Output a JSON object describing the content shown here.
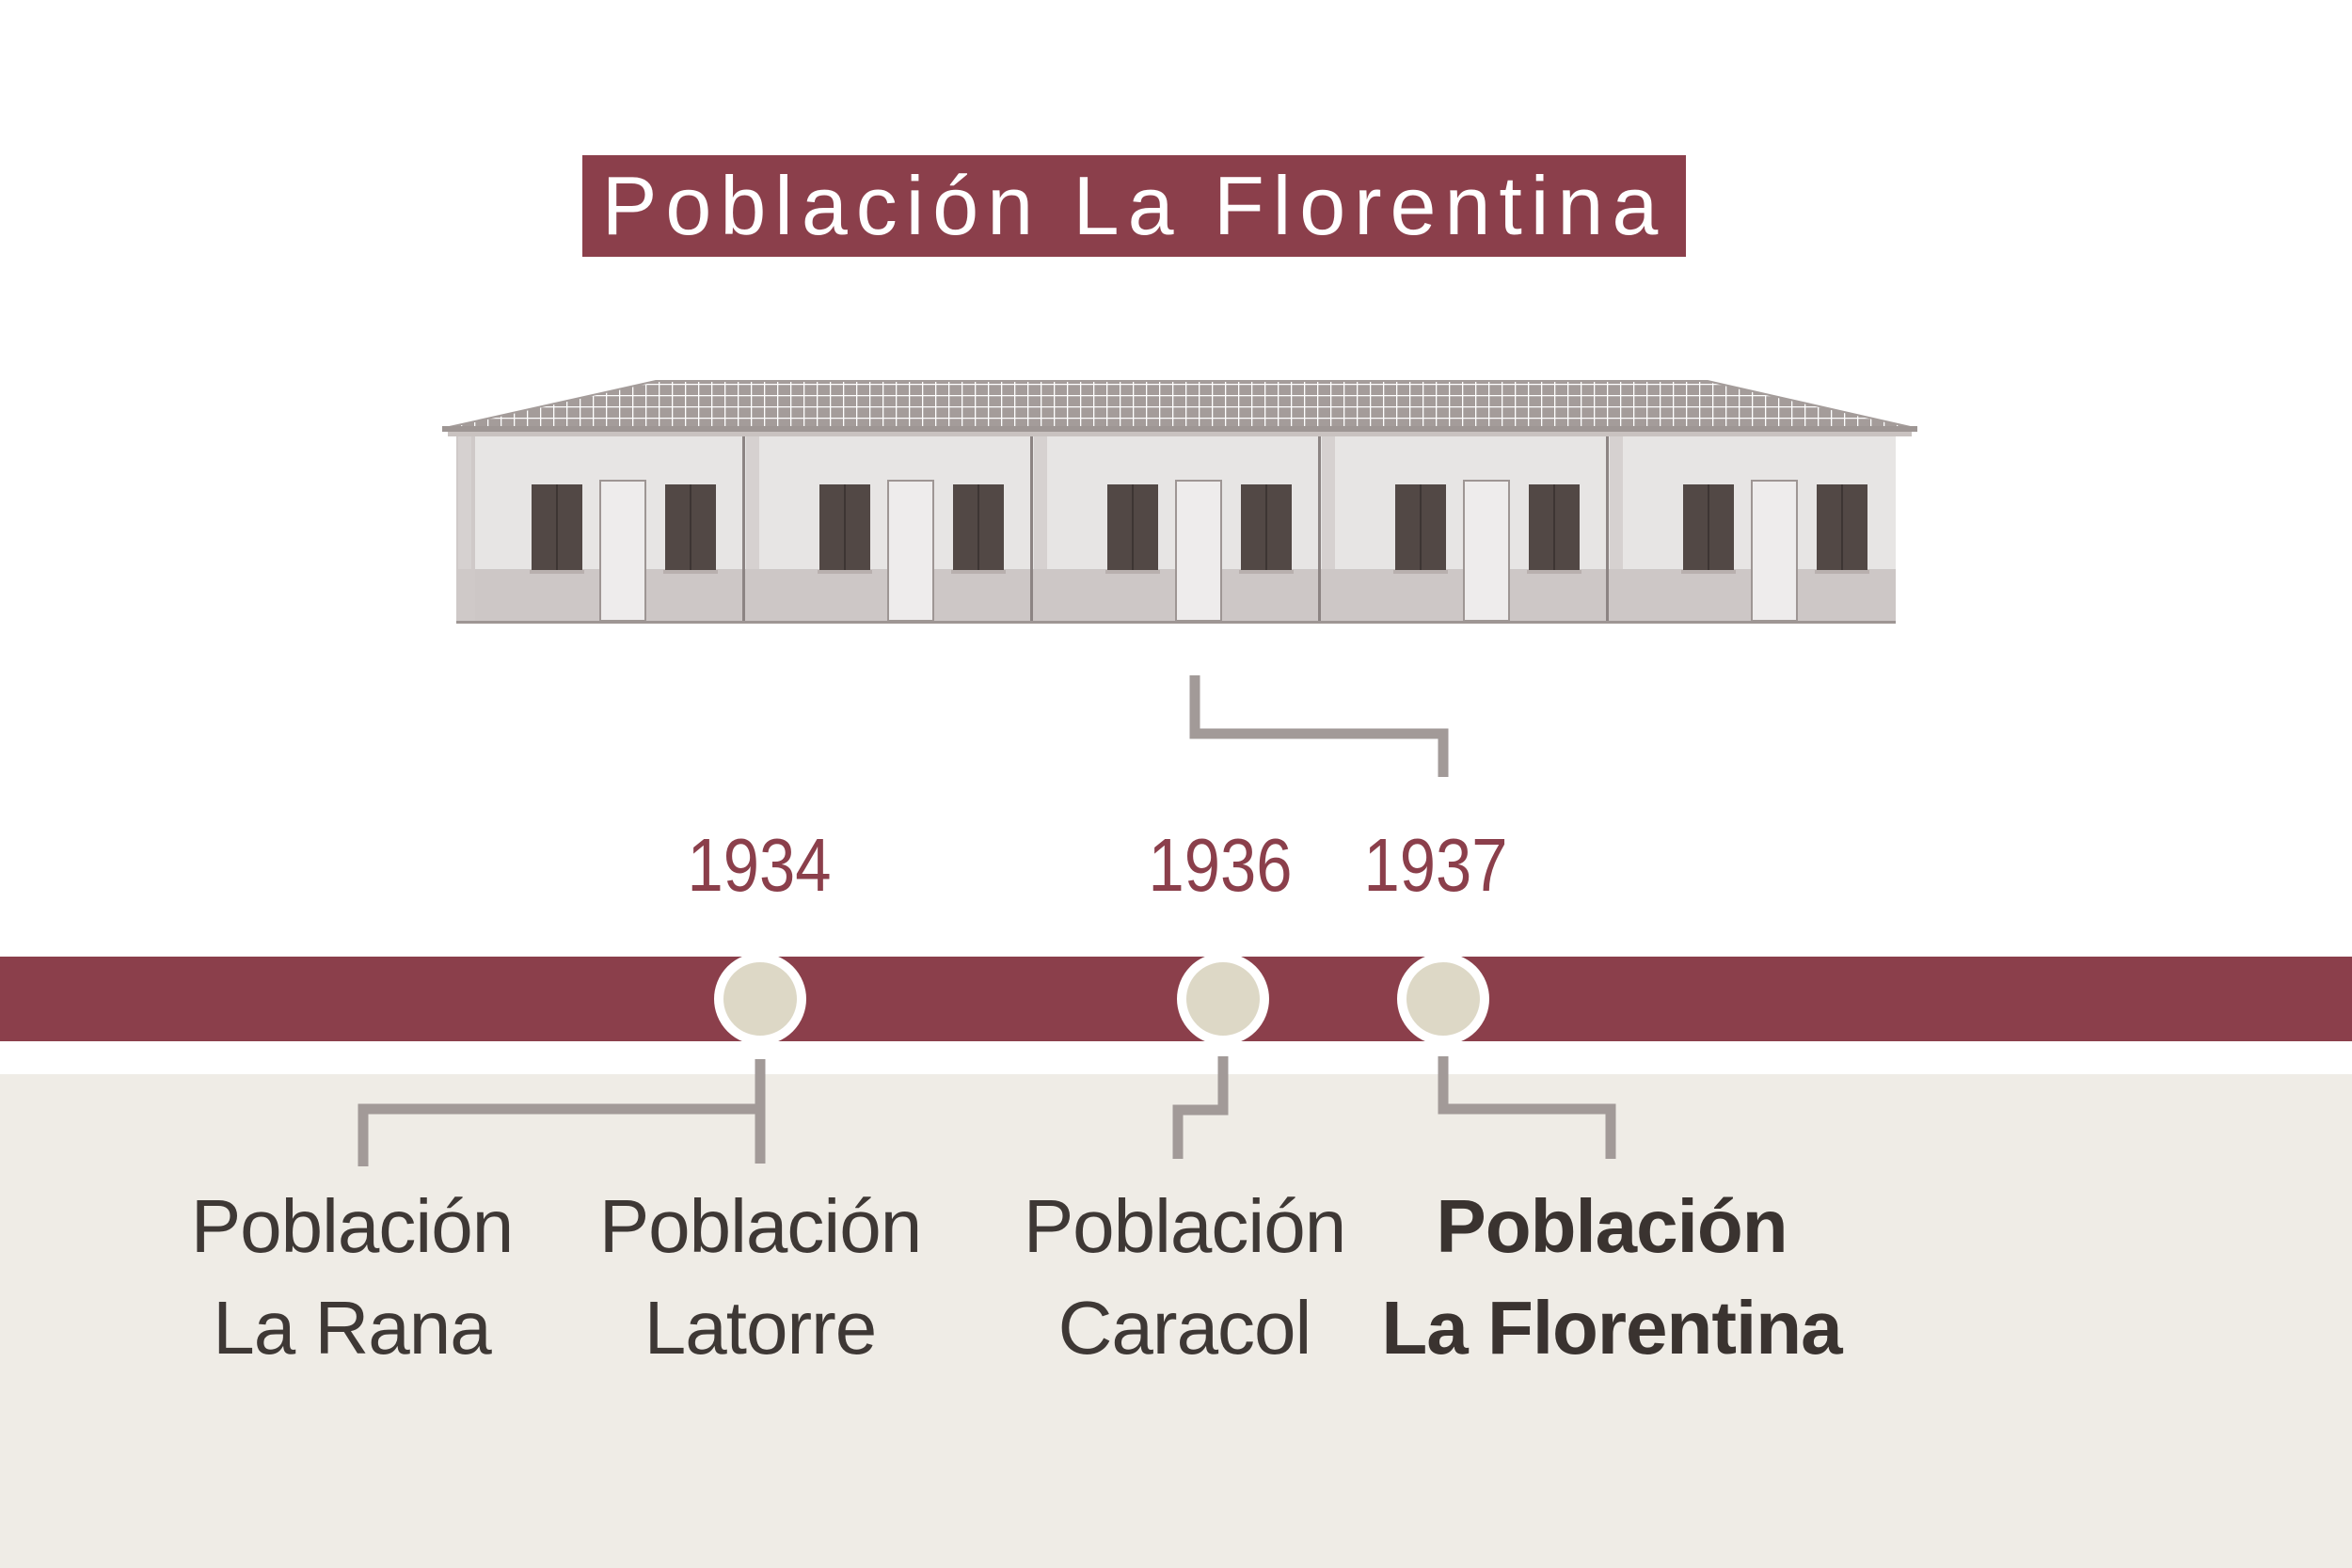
{
  "title": "Población La Florentina",
  "colors": {
    "accent": "#8b3f4b",
    "panel": "#efece6",
    "connector": "#a29a98",
    "dot": "#ddd8c6",
    "text": "#3e3835"
  },
  "timeline": {
    "years": [
      "1934",
      "1936",
      "1937"
    ]
  },
  "poblaciones": [
    {
      "line1": "Población",
      "line2": "La Rana"
    },
    {
      "line1": "Población",
      "line2": "Latorre"
    },
    {
      "line1": "Población",
      "line2": "Caracol"
    },
    {
      "line1": "Población",
      "line2": "La Florentina"
    }
  ],
  "illustration": {
    "icon": "row-houses-icon"
  }
}
